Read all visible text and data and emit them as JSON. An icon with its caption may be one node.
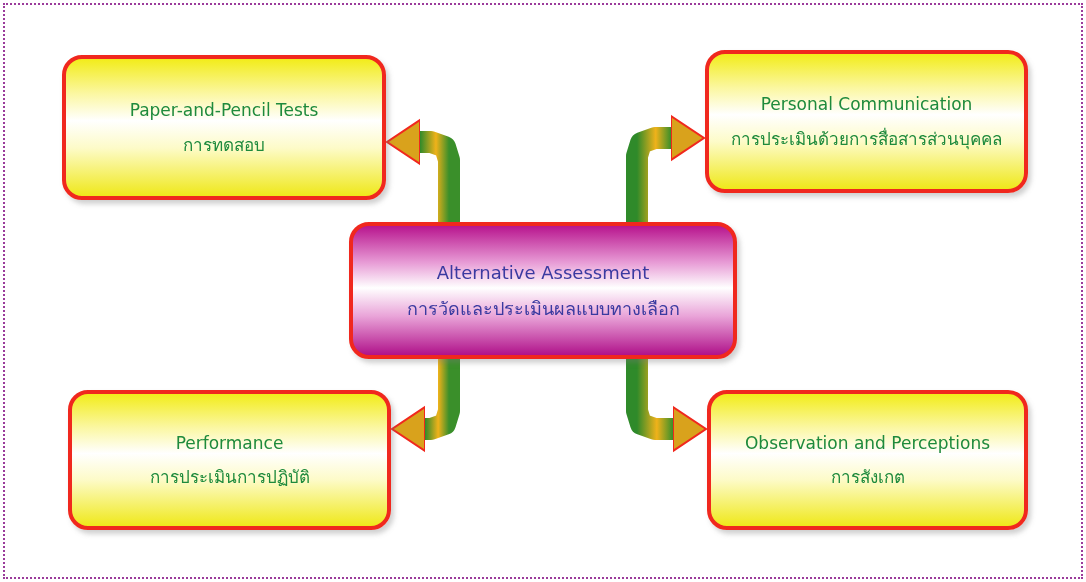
{
  "diagram": {
    "nodes": [
      {
        "text": [
          "Alternative Assessment",
          "การวัดและประเมินผลแบบทางเลือก"
        ]
      },
      {
        "text": [
          "Paper-and-Pencil Tests",
          "การทดสอบ"
        ]
      },
      {
        "text": [
          "Personal Communication",
          "การประเมินด้วยการสื่อสารส่วนบุคคล"
        ]
      },
      {
        "text": [
          "Performance",
          "การประเมินการปฏิบัติ"
        ]
      },
      {
        "text": [
          "Observation and Perceptions",
          "การสังเกต"
        ]
      }
    ],
    "edges": [
      {
        "from": 0,
        "to": 1,
        "arrow": "to"
      },
      {
        "from": 0,
        "to": 2,
        "arrow": "to"
      },
      {
        "from": 0,
        "to": 3,
        "arrow": "to"
      },
      {
        "from": 0,
        "to": 4,
        "arrow": "to"
      }
    ]
  }
}
